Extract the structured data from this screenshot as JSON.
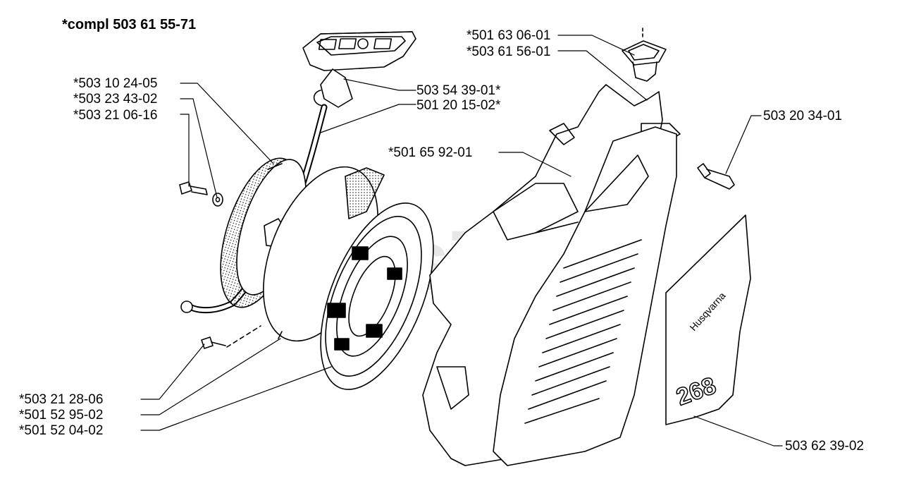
{
  "title": "*compl 503 61 55-71",
  "watermark": "PartsTree",
  "decal": {
    "brand": "Husqvarna",
    "model": "268"
  },
  "labels": {
    "p1": "*501 63 06-01",
    "p2": "*503 61 56-01",
    "p3": "*503 10 24-05",
    "p4": "*503 23 43-02",
    "p5": "*503 21 06-16",
    "p6": "503 54 39-01*",
    "p7": "501 20 15-02*",
    "p8": "*501 65 92-01",
    "p9": "503 20 34-01",
    "p10": "*503 21 28-06",
    "p11": "*501 52 95-02",
    "p12": "*501 52 04-02",
    "p13": "503 62 39-02"
  },
  "colors": {
    "ink": "#000000",
    "paper": "#ffffff",
    "watermark": "#9a9a9a"
  }
}
